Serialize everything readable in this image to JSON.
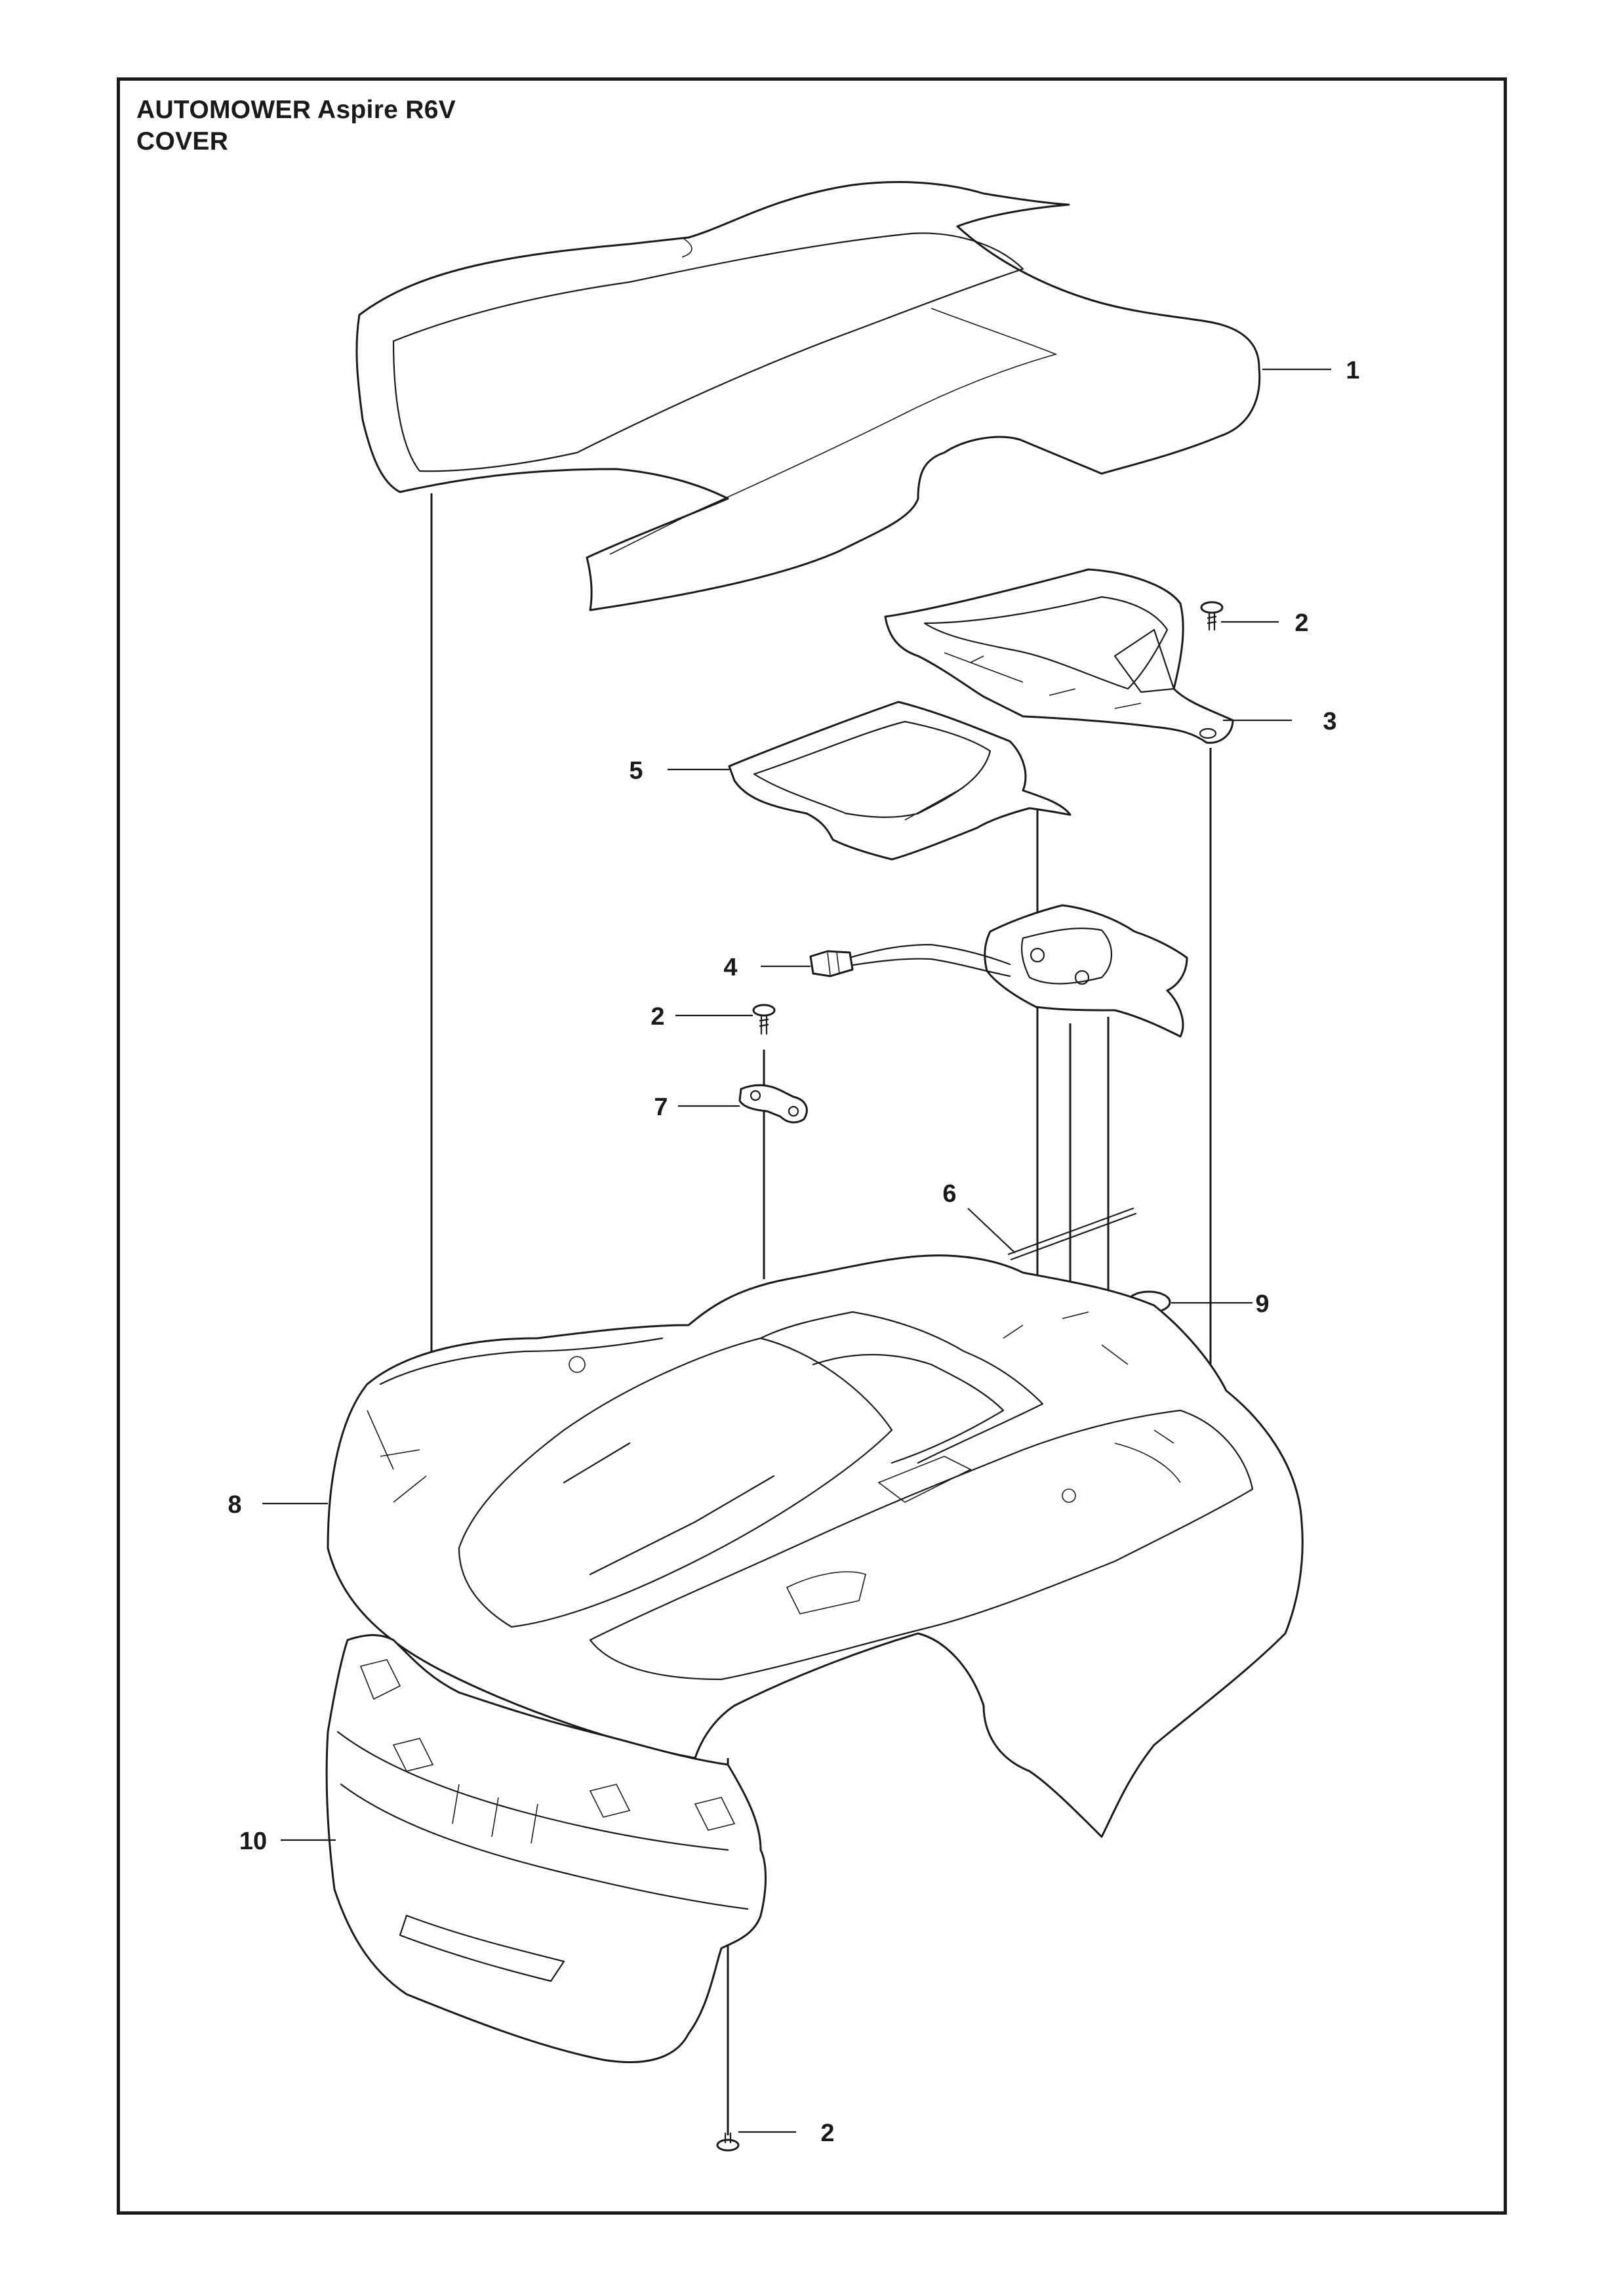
{
  "title": {
    "line1": "AUTOMOWER Aspire R6V",
    "line2": "COVER"
  },
  "callouts": [
    {
      "id": "c1",
      "label": "1"
    },
    {
      "id": "c2a",
      "label": "2"
    },
    {
      "id": "c3",
      "label": "3"
    },
    {
      "id": "c5",
      "label": "5"
    },
    {
      "id": "c4",
      "label": "4"
    },
    {
      "id": "c2b",
      "label": "2"
    },
    {
      "id": "c7",
      "label": "7"
    },
    {
      "id": "c6",
      "label": "6"
    },
    {
      "id": "c9",
      "label": "9"
    },
    {
      "id": "c8",
      "label": "8"
    },
    {
      "id": "c10",
      "label": "10"
    },
    {
      "id": "c2c",
      "label": "2"
    }
  ],
  "parts": [
    {
      "id": "c1",
      "name": "top-cover"
    },
    {
      "id": "c2a",
      "name": "screw"
    },
    {
      "id": "c3",
      "name": "handle-bracket"
    },
    {
      "id": "c5",
      "name": "hatch-lid"
    },
    {
      "id": "c4",
      "name": "sensor-assembly"
    },
    {
      "id": "c2b",
      "name": "screw"
    },
    {
      "id": "c7",
      "name": "clamp"
    },
    {
      "id": "c6",
      "name": "seal-strip"
    },
    {
      "id": "c9",
      "name": "plug"
    },
    {
      "id": "c8",
      "name": "chassis-cover"
    },
    {
      "id": "c10",
      "name": "front-bumper"
    },
    {
      "id": "c2c",
      "name": "screw"
    }
  ]
}
